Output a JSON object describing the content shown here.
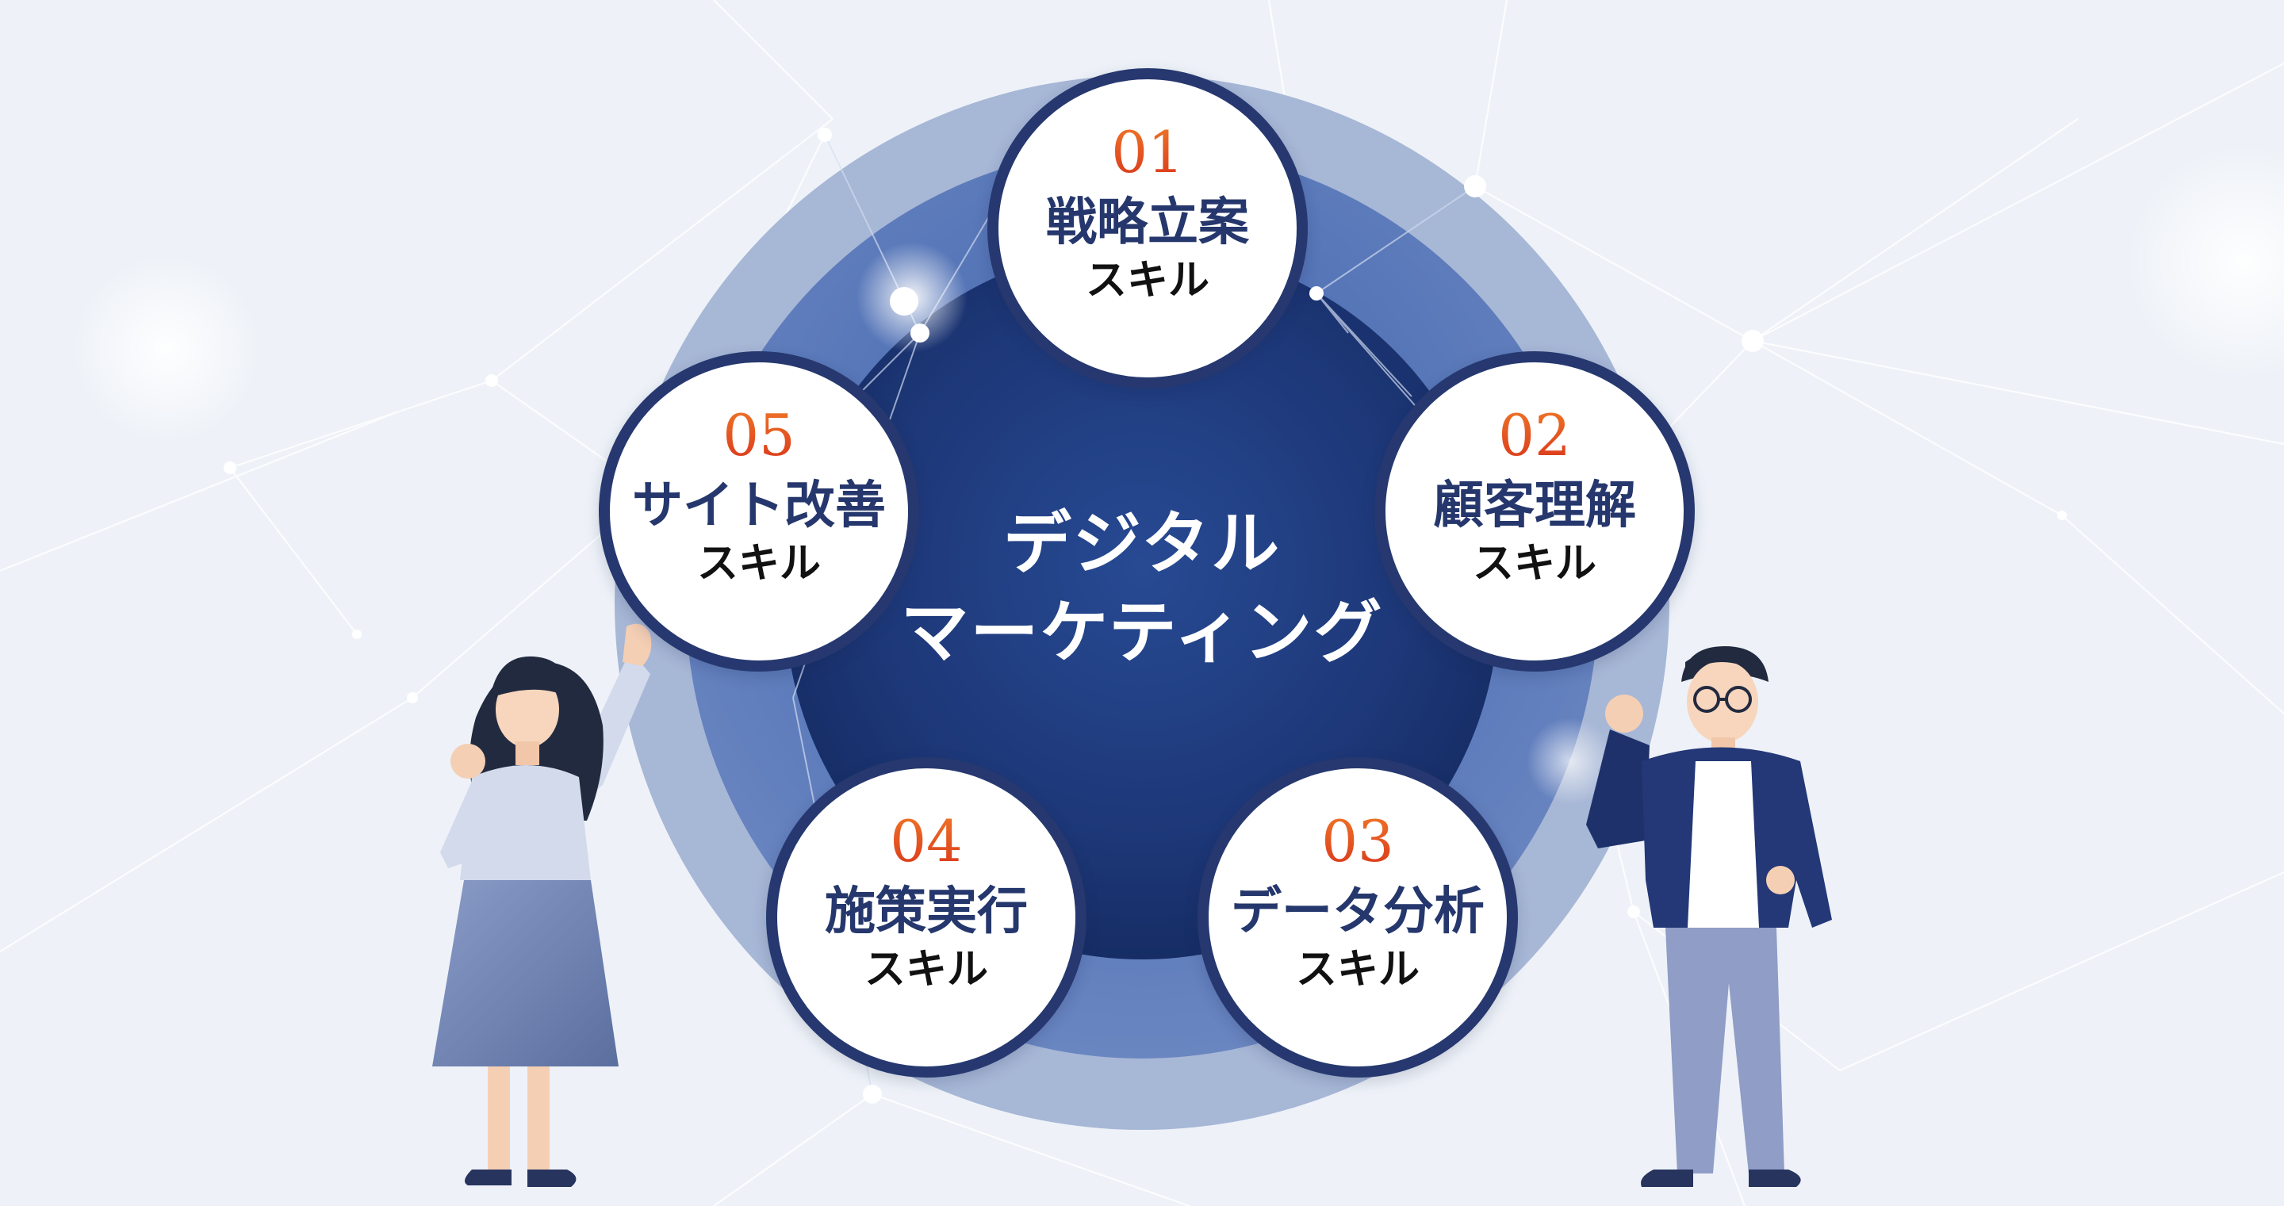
{
  "center": {
    "line1": "デジタル",
    "line2": "マーケティング"
  },
  "skills": [
    {
      "number": "01",
      "name": "戦略立案",
      "kind": "スキル"
    },
    {
      "number": "02",
      "name": "顧客理解",
      "kind": "スキル"
    },
    {
      "number": "03",
      "name": "データ分析",
      "kind": "スキル"
    },
    {
      "number": "04",
      "name": "施策実行",
      "kind": "スキル"
    },
    {
      "number": "05",
      "name": "サイト改善",
      "kind": "スキル"
    }
  ],
  "colors": {
    "background": "#eef2f8",
    "navy": "#26386f",
    "number_orange": "#e5501e",
    "ring_outer": "#9fb2d3",
    "ring_mid": "#5f7dba",
    "core": "#1c3575"
  }
}
